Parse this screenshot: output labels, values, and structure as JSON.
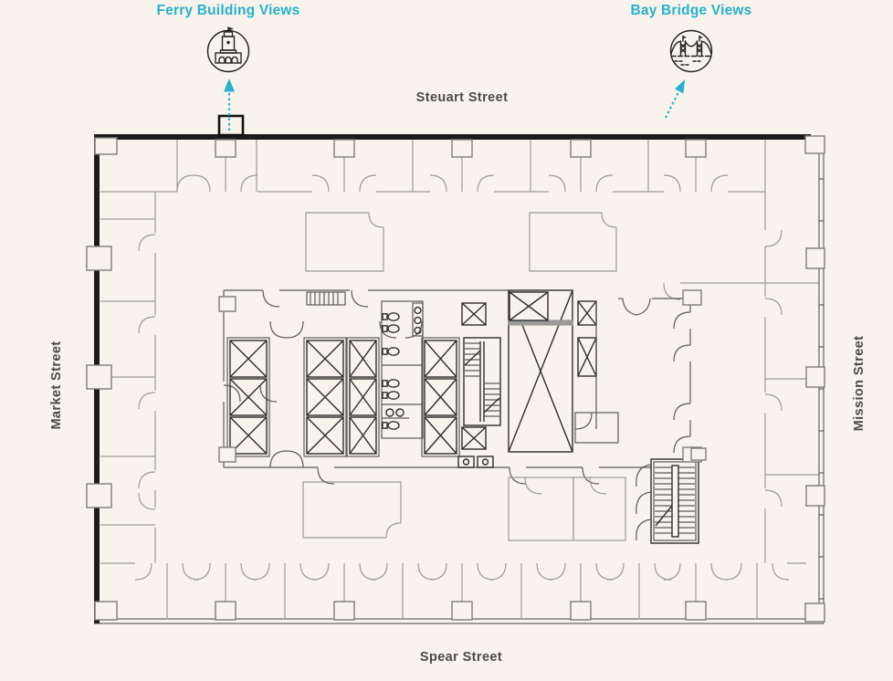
{
  "colors": {
    "background": "#f8f4ed",
    "accent": "#29b0cc",
    "ink": "#4b4b49",
    "wall": "#1c1c1c"
  },
  "callouts": {
    "ferry": {
      "label": "Ferry Building Views",
      "icon": "ferry-building-icon"
    },
    "bay": {
      "label": "Bay Bridge Views",
      "icon": "bay-bridge-icon"
    }
  },
  "streets": {
    "top": "Steuart Street",
    "bottom": "Spear Street",
    "left": "Market Street",
    "right": "Mission Street"
  }
}
